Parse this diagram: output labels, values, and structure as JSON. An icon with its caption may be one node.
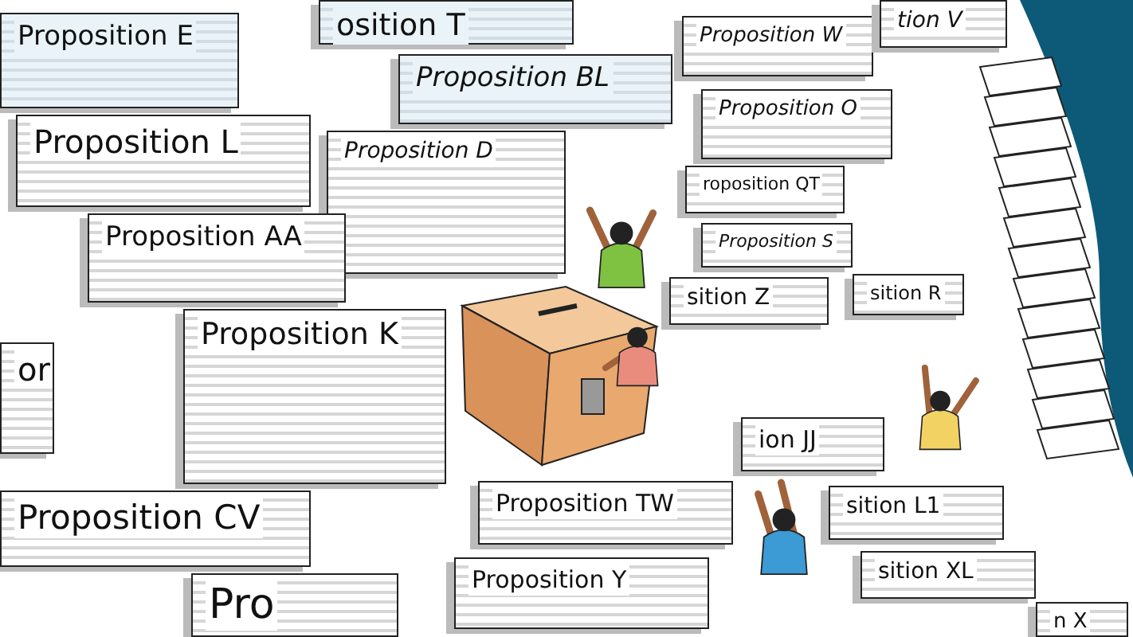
{
  "diagram": {
    "nodes": [
      {
        "text": [
          "osition T"
        ]
      },
      {
        "text": [
          "Proposition E"
        ]
      },
      {
        "text": [
          "Proposition BL"
        ]
      },
      {
        "text": [
          "Proposition W"
        ]
      },
      {
        "text": [
          "tion V"
        ]
      },
      {
        "text": [
          "Proposition L"
        ]
      },
      {
        "text": [
          "Proposition D"
        ]
      },
      {
        "text": [
          "Proposition O"
        ]
      },
      {
        "text": [
          "Proposition AA"
        ]
      },
      {
        "text": [
          "roposition QT"
        ]
      },
      {
        "text": [
          "Proposition K"
        ]
      },
      {
        "text": [
          "Proposition S"
        ]
      },
      {
        "text": [
          "sition R"
        ]
      },
      {
        "text": [
          "sition Z"
        ]
      },
      {
        "text": [
          "or"
        ]
      },
      {
        "text": [
          "Proposition CV"
        ]
      },
      {
        "text": [
          "Proposition TW"
        ]
      },
      {
        "text": [
          "ion JJ"
        ]
      },
      {
        "text": [
          "Pro"
        ]
      },
      {
        "text": [
          "Proposition Y"
        ]
      },
      {
        "text": [
          "sition L1"
        ]
      },
      {
        "text": [
          "sition XL"
        ]
      },
      {
        "text": [
          "n X"
        ]
      }
    ]
  }
}
